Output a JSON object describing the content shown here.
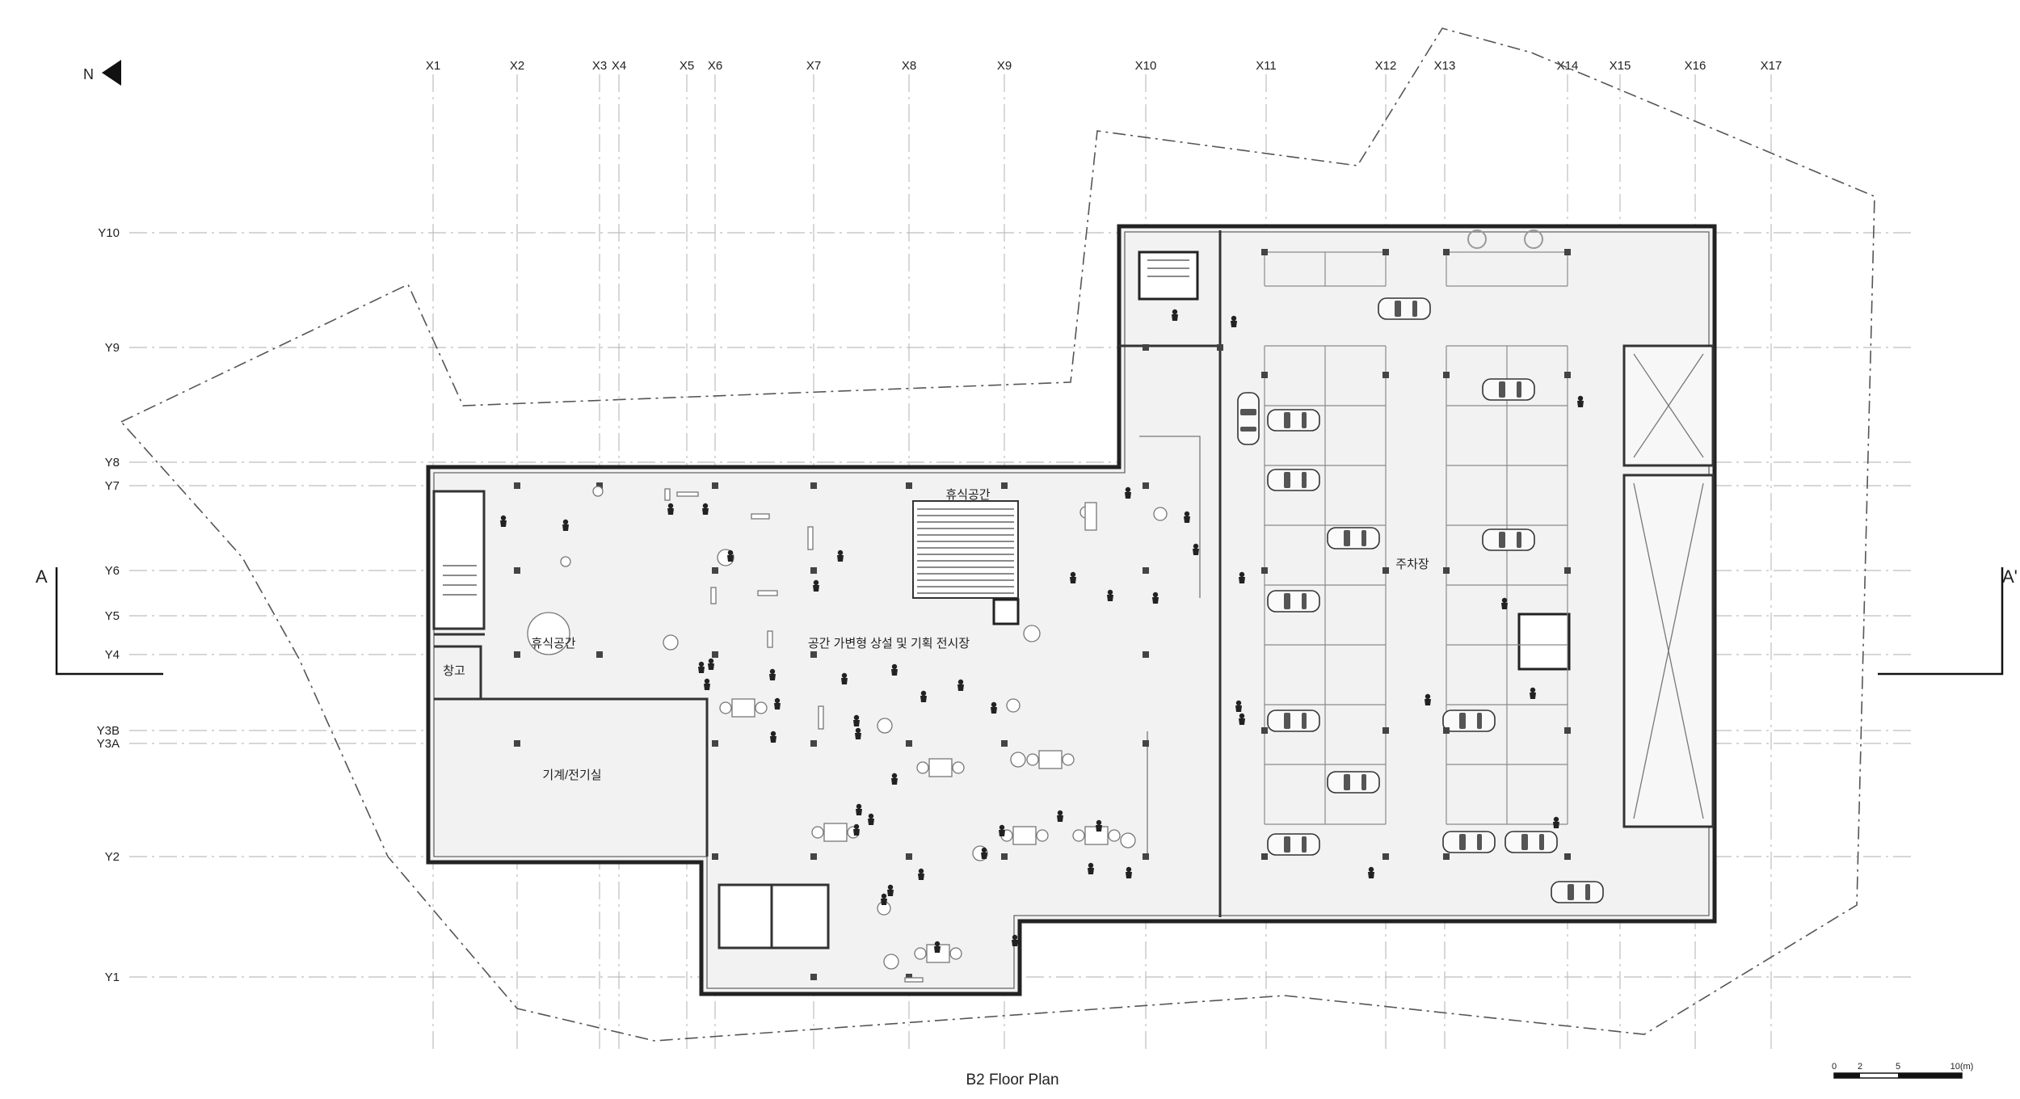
{
  "drawing": {
    "title": "B2 Floor Plan",
    "north_label": "N",
    "section_start": "A",
    "section_end": "A'",
    "scale_bar": {
      "ticks": [
        "0",
        "2",
        "5",
        "10(m)"
      ]
    }
  },
  "grid": {
    "columns": [
      "X1",
      "X2",
      "X3",
      "X4",
      "X5",
      "X6",
      "X7",
      "X8",
      "X9",
      "X10",
      "X11",
      "X12",
      "X13",
      "X14",
      "X15",
      "X16",
      "X17"
    ],
    "rows": [
      "Y10",
      "Y9",
      "Y8",
      "Y7",
      "Y6",
      "Y5",
      "Y4",
      "Y3B",
      "Y3A",
      "Y2",
      "Y1"
    ]
  },
  "rooms": {
    "lounge_top": "휴식공간",
    "lounge_left": "휴식공간",
    "exhibition": "공간 가변형 상설 및 기획 전시장",
    "storage": "창고",
    "mechanical": "기계/전기실",
    "parking": "주차장"
  },
  "colors": {
    "floor": "#f2f2f2",
    "wall": "#222222",
    "grid": "#bdbdbd",
    "site": "#555555"
  }
}
